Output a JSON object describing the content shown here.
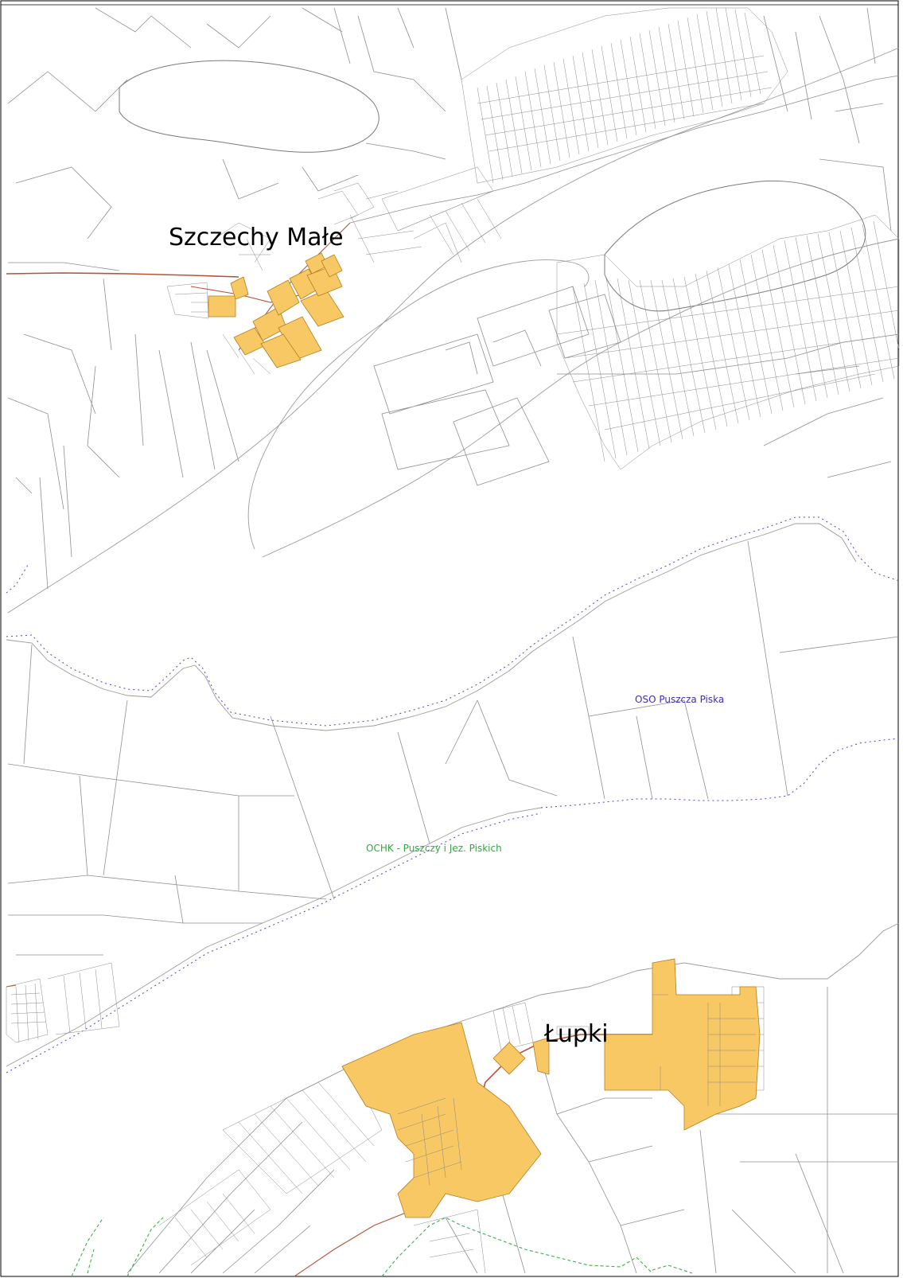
{
  "map": {
    "labels": {
      "settlement_north": "Szczechy Małe",
      "settlement_south": "Łupki",
      "protected_area_oso": "OSO Puszcza Piska",
      "protected_area_ochk": "OCHK - Puszczy i Jez. Piskich"
    },
    "colors": {
      "settlement_fill": "#f7c863",
      "settlement_stroke": "#b57f1f",
      "road": "#b5533a",
      "oso_boundary": "#4a44c8",
      "ochk_boundary": "#36b04a",
      "parcel_lines": "#8f8f8f",
      "background": "#ffffff",
      "oso_label": "#3d2fb5",
      "ochk_label": "#2faa3f"
    }
  }
}
